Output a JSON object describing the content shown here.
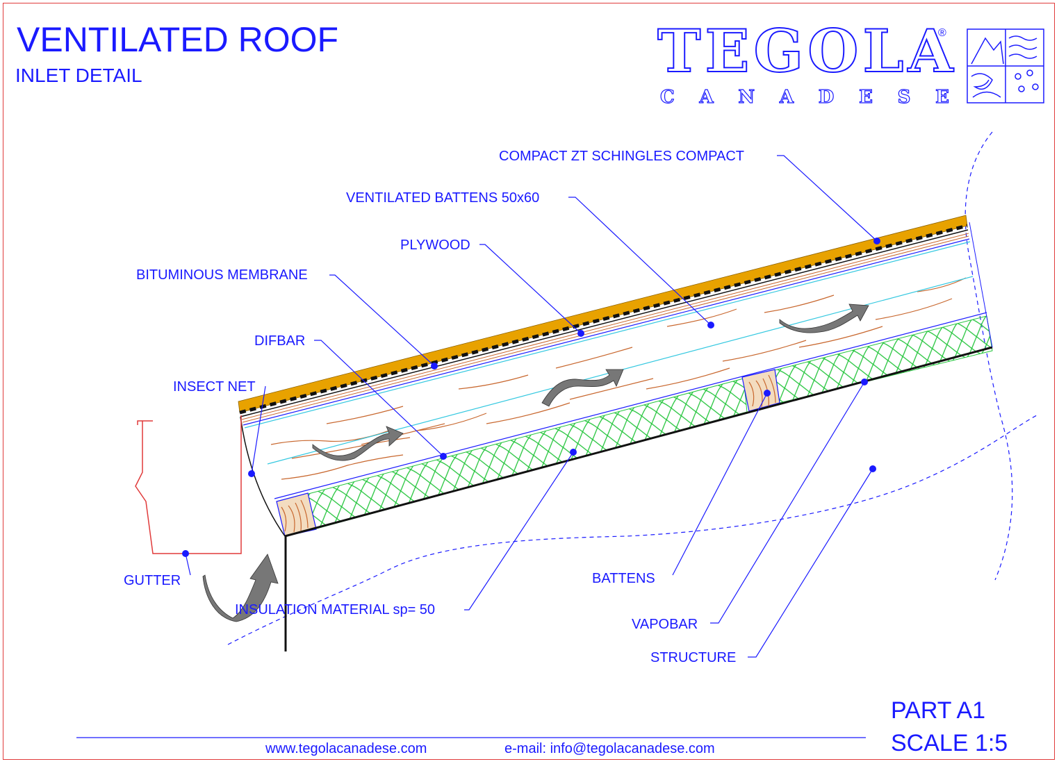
{
  "title": "VENTILATED ROOF",
  "subtitle": "INLET DETAIL",
  "logo": {
    "brand": "TEGOLA",
    "registered": "®",
    "tagline": "CANADESE",
    "tagline_letters": [
      "C",
      "A",
      "N",
      "A",
      "D",
      "E",
      "S",
      "E"
    ]
  },
  "labels": {
    "shingles": "COMPACT ZT SCHINGLES COMPACT",
    "ventilated_battens": "VENTILATED BATTENS 50x60",
    "plywood": "PLYWOOD",
    "bituminous_membrane": "BITUMINOUS MEMBRANE",
    "difbar": "DIFBAR",
    "insect_net": "INSECT NET",
    "gutter": "GUTTER",
    "insulation": "INSULATION MATERIAL sp= 50",
    "battens": "BATTENS",
    "vapobar": "VAPOBAR",
    "structure": "STRUCTURE"
  },
  "part": "PART A1",
  "scale": "SCALE 1:5",
  "footer": {
    "website": "www.tegolacanadese.com",
    "email": "e-mail: info@tegolacanadese.com"
  },
  "colors": {
    "text": "#1a1aff",
    "border": "#e03a3a",
    "shingle": "#e8a200",
    "wood_grain": "#c8672e",
    "insulation": "#22c43a",
    "membrane": "#33c8e0",
    "arrow": "#777777"
  }
}
